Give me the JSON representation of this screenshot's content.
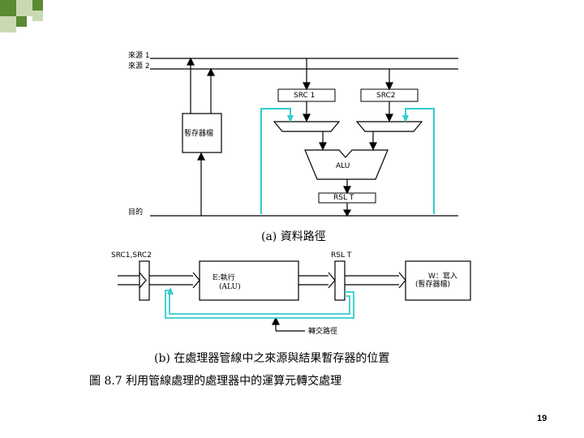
{
  "diagram_a": {
    "labels": {
      "source1": "來源 1",
      "source2": "來源 2",
      "src1": "SRC 1",
      "src2": "SRC2",
      "temp_register": "暫存器檔",
      "alu": "ALU",
      "rslt": "RSL T",
      "destination": "目的"
    },
    "caption": "(a) 資料路徑"
  },
  "diagram_b": {
    "labels": {
      "src_inputs": "SRC1,SRC2",
      "rslt": "RSL T",
      "execute_line1": "E:執行",
      "execute_line2": "(ALU)",
      "write_line1": "W：寫入",
      "write_line2": "(暫存器檔)",
      "forwarding_path": "轉交路徑"
    },
    "caption": "(b) 在處理器管線中之來源與結果暫存器的位置"
  },
  "figure_caption": "圖 8.7  利用管線處理的處理器中的運算元轉交處理",
  "page_number": "19",
  "colors": {
    "forward_path": "#33cccc",
    "accent_green": "#5a8a32",
    "accent_light_green": "#c9d9b3",
    "line": "#000000"
  }
}
